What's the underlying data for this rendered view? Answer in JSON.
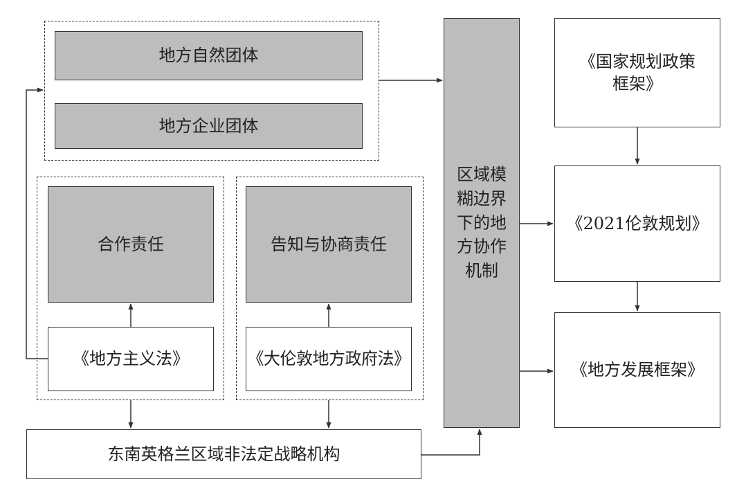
{
  "nodes": {
    "local_natural": "地方自然团体",
    "local_enterprise": "地方企业团体",
    "coop_duty": "合作责任",
    "inform_consult_duty": "告知与协商责任",
    "localism_act": "《地方主义法》",
    "greater_london_act": "《大伦敦地方政府法》",
    "se_england_body": "东南英格兰区域非法定战略机构",
    "mechanism_lines": [
      "区域模",
      "糊边界",
      "下的地",
      "方协作",
      "机制"
    ],
    "national_framework_lines": [
      "《国家规划政策",
      "框架》"
    ],
    "london_plan": "《2021伦敦规划》",
    "local_dev_framework": "《地方发展框架》"
  }
}
